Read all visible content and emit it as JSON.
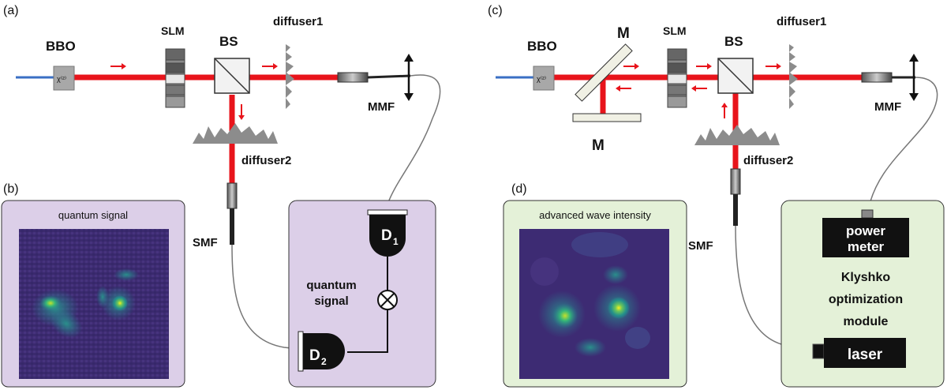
{
  "left": {
    "panel_a": "(a)",
    "panel_b": "(b)",
    "bbo": "BBO",
    "chi": "χ⁽²⁾",
    "slm": "SLM",
    "bs": "BS",
    "diffuser1": "diffuser1",
    "diffuser2": "diffuser2",
    "mmf": "MMF",
    "smf": "SMF",
    "image_title": "quantum signal",
    "d1": "D",
    "d1_sub": "1",
    "d2": "D",
    "d2_sub": "2",
    "module_line1": "quantum",
    "module_line2": "signal"
  },
  "right": {
    "panel_c": "(c)",
    "panel_d": "(d)",
    "bbo": "BBO",
    "chi": "χ⁽²⁾",
    "m_top": "M",
    "m_bottom": "M",
    "slm": "SLM",
    "bs": "BS",
    "diffuser1": "diffuser1",
    "diffuser2": "diffuser2",
    "mmf": "MMF",
    "smf": "SMF",
    "image_title": "advanced wave intensity",
    "power_meter_line1": "power",
    "power_meter_line2": "meter",
    "module_line1": "Klyshko",
    "module_line2": "optimization",
    "module_line3": "module",
    "laser": "laser"
  },
  "colors": {
    "beam": "#e8141b",
    "fiber_blue": "#3a6fc4",
    "quantum_panel": "#dccfe8",
    "klyshko_panel": "#e4f1d8",
    "panel_border": "#333333",
    "component_gray": "#9a9a9a",
    "diffuser_gray": "#8c8c8c"
  }
}
